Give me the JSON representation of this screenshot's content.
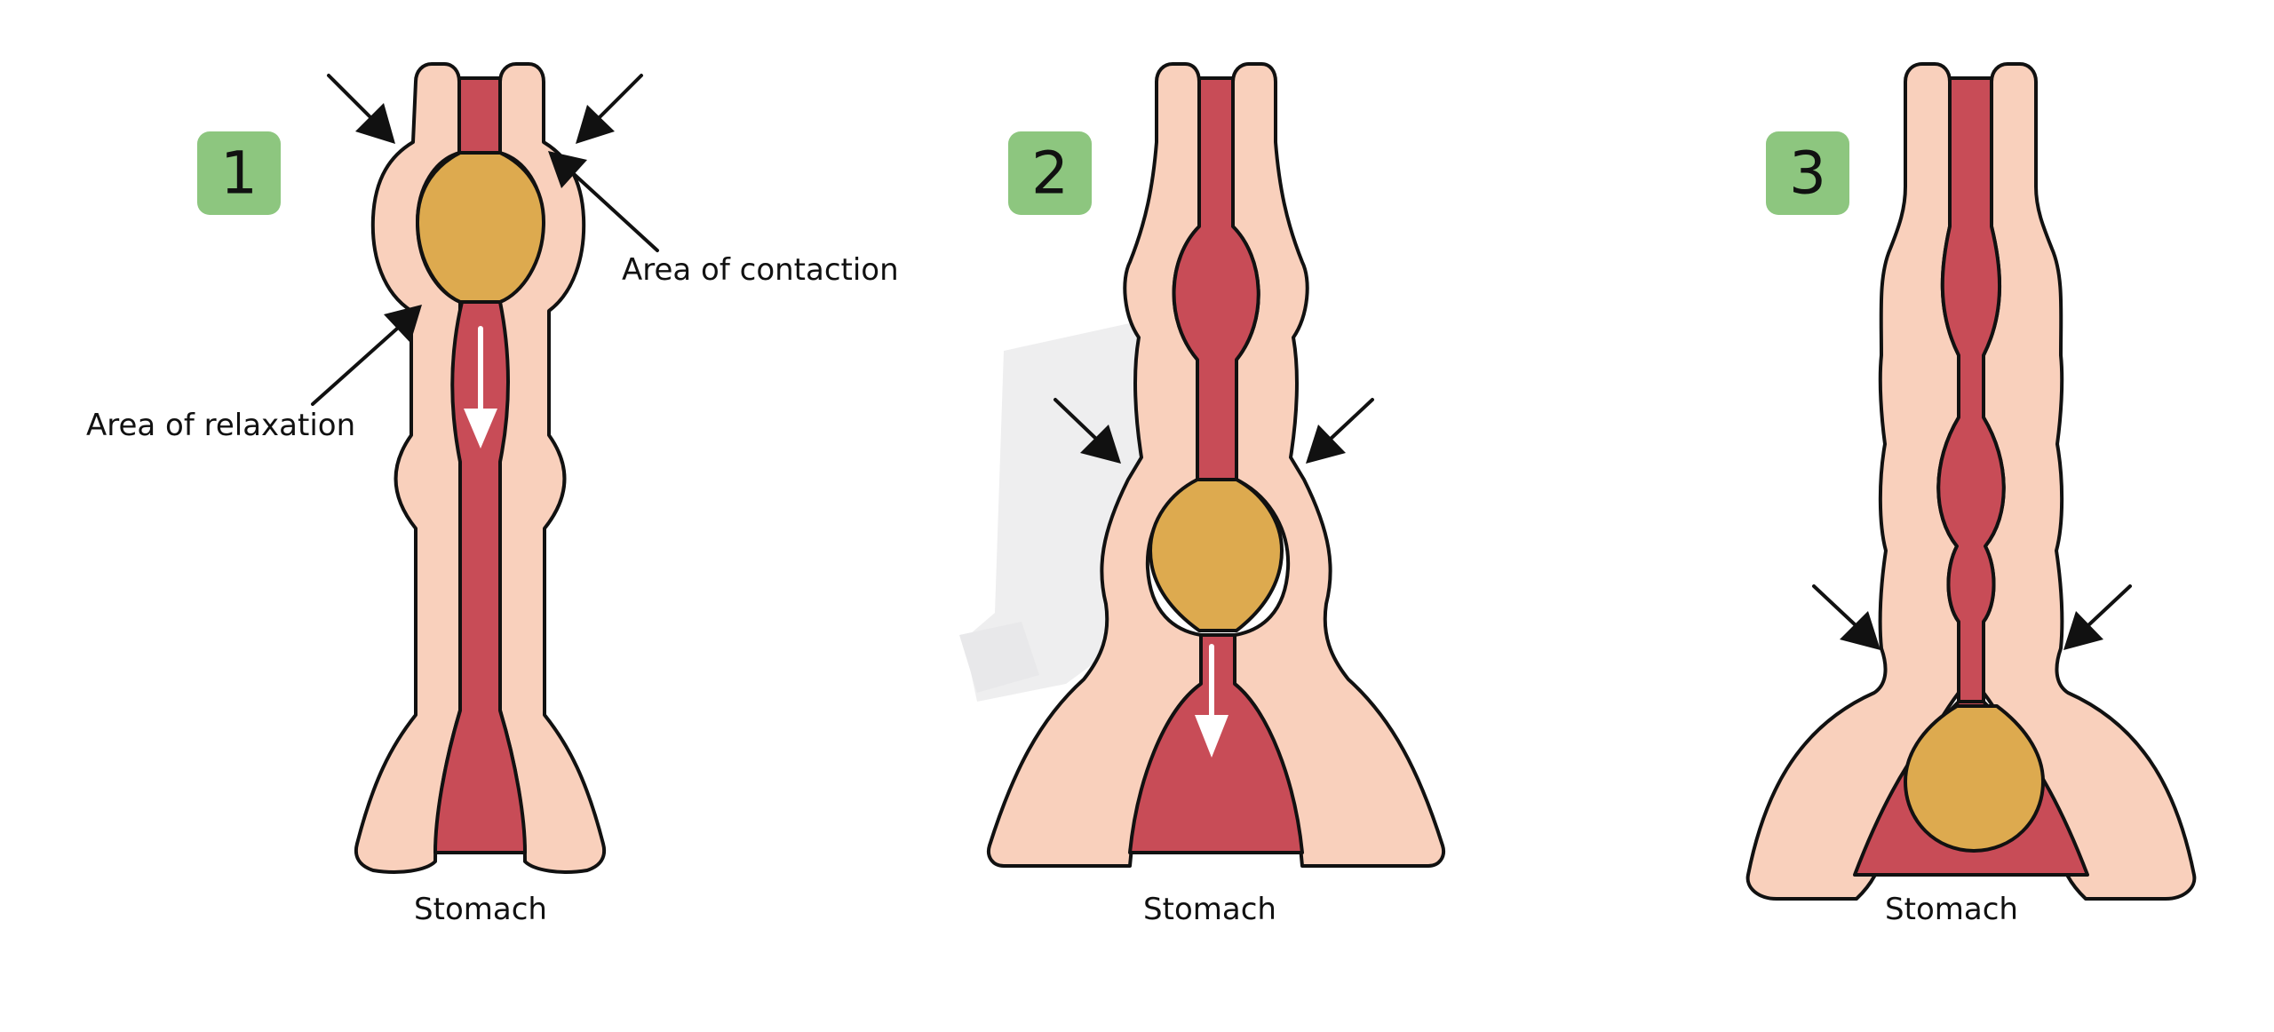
{
  "colors": {
    "wall": "#f9d0bc",
    "lumen": "#c84c57",
    "bolus": "#ddaa4f",
    "badge": "#8dc67f",
    "outline": "#111111",
    "watermark": "#eeeeef"
  },
  "panels": [
    {
      "number": "1",
      "stomach_label": "Stomach"
    },
    {
      "number": "2",
      "stomach_label": "Stomach"
    },
    {
      "number": "3",
      "stomach_label": "Stomach"
    }
  ],
  "annotations": {
    "contraction": "Area of contaction",
    "relaxation": "Area of relaxation"
  }
}
